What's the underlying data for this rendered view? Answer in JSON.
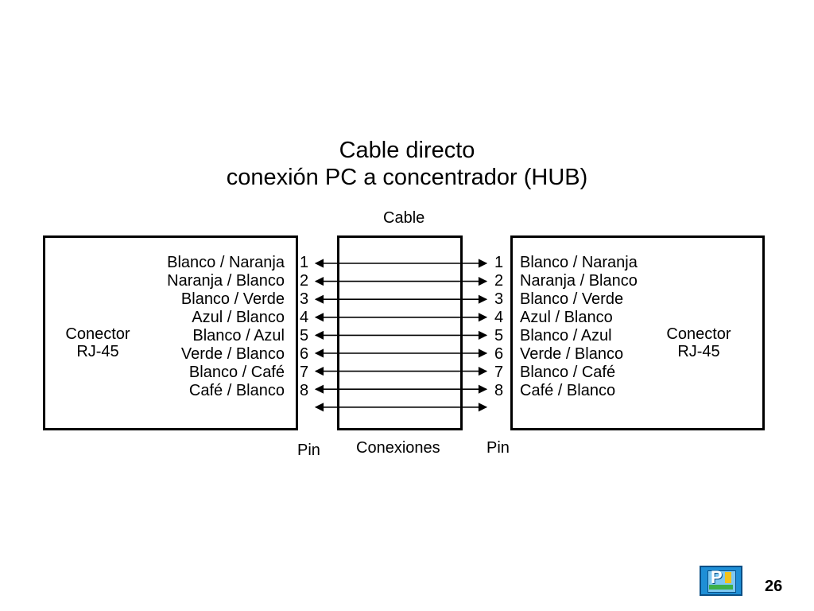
{
  "title": {
    "line1": "Cable directo",
    "line2": "conexión PC a concentrador (HUB)"
  },
  "labels": {
    "cable": "Cable",
    "conexiones": "Conexiones",
    "pin_left": "Pin",
    "pin_right": "Pin"
  },
  "left_connector": {
    "line1": "Conector",
    "line2": "RJ-45"
  },
  "right_connector": {
    "line1": "Conector",
    "line2": "RJ-45"
  },
  "wires": [
    {
      "pin": "1",
      "color": "Blanco / Naranja"
    },
    {
      "pin": "2",
      "color": "Naranja / Blanco"
    },
    {
      "pin": "3",
      "color": "Blanco / Verde"
    },
    {
      "pin": "4",
      "color": "Azul / Blanco"
    },
    {
      "pin": "5",
      "color": "Blanco / Azul"
    },
    {
      "pin": "6",
      "color": "Verde / Blanco"
    },
    {
      "pin": "7",
      "color": "Blanco / Café"
    },
    {
      "pin": "8",
      "color": "Café / Blanco"
    }
  ],
  "logo_icon": "pj-logo-icon",
  "page_number": "26"
}
